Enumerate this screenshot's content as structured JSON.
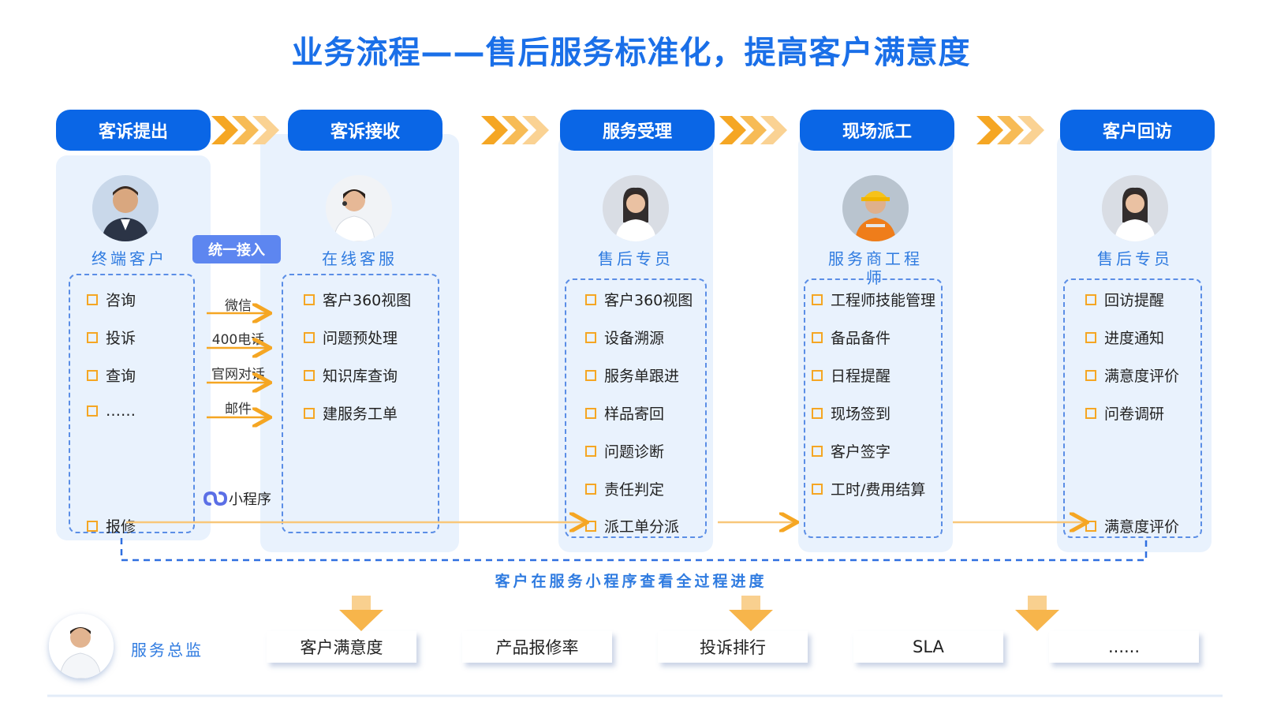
{
  "title": "业务流程——售后服务标准化，提高客户满意度",
  "stages": [
    {
      "header": "客诉提出",
      "role": "终端客户",
      "items": [
        "咨询",
        "投诉",
        "查询",
        "……"
      ],
      "bottom_item": "报修"
    },
    {
      "header": "客诉接收",
      "role": "在线客服",
      "items": [
        "客户360视图",
        "问题预处理",
        "知识库查询",
        "建服务工单"
      ]
    },
    {
      "header": "服务受理",
      "role": "售后专员",
      "items": [
        "客户360视图",
        "设备溯源",
        "服务单跟进",
        "样品寄回",
        "问题诊断",
        "责任判定",
        "派工单分派"
      ]
    },
    {
      "header": "现场派工",
      "role": "服务商工程师",
      "items": [
        "工程师技能管理",
        "备品备件",
        "日程提醒",
        "现场签到",
        "客户签字",
        "工时/费用结算"
      ]
    },
    {
      "header": "客户回访",
      "role": "售后专员",
      "items": [
        "回访提醒",
        "进度通知",
        "满意度评价",
        "问卷调研"
      ],
      "bottom_item": "满意度评价"
    }
  ],
  "access_badge": "统一接入",
  "channels": [
    "微信",
    "400电话",
    "官网对话",
    "邮件"
  ],
  "mini_program": "小程序",
  "progress_note": "客户在服务小程序查看全过程进度",
  "supervisor": "服务总监",
  "kpis": [
    "客户满意度",
    "产品报修率",
    "投诉排行",
    "SLA",
    "......"
  ],
  "colors": {
    "brand": "#0a66e6",
    "accent_arrow": "#f5a623",
    "panel": "#e9f2fd",
    "dashed": "#5b8ee6"
  }
}
